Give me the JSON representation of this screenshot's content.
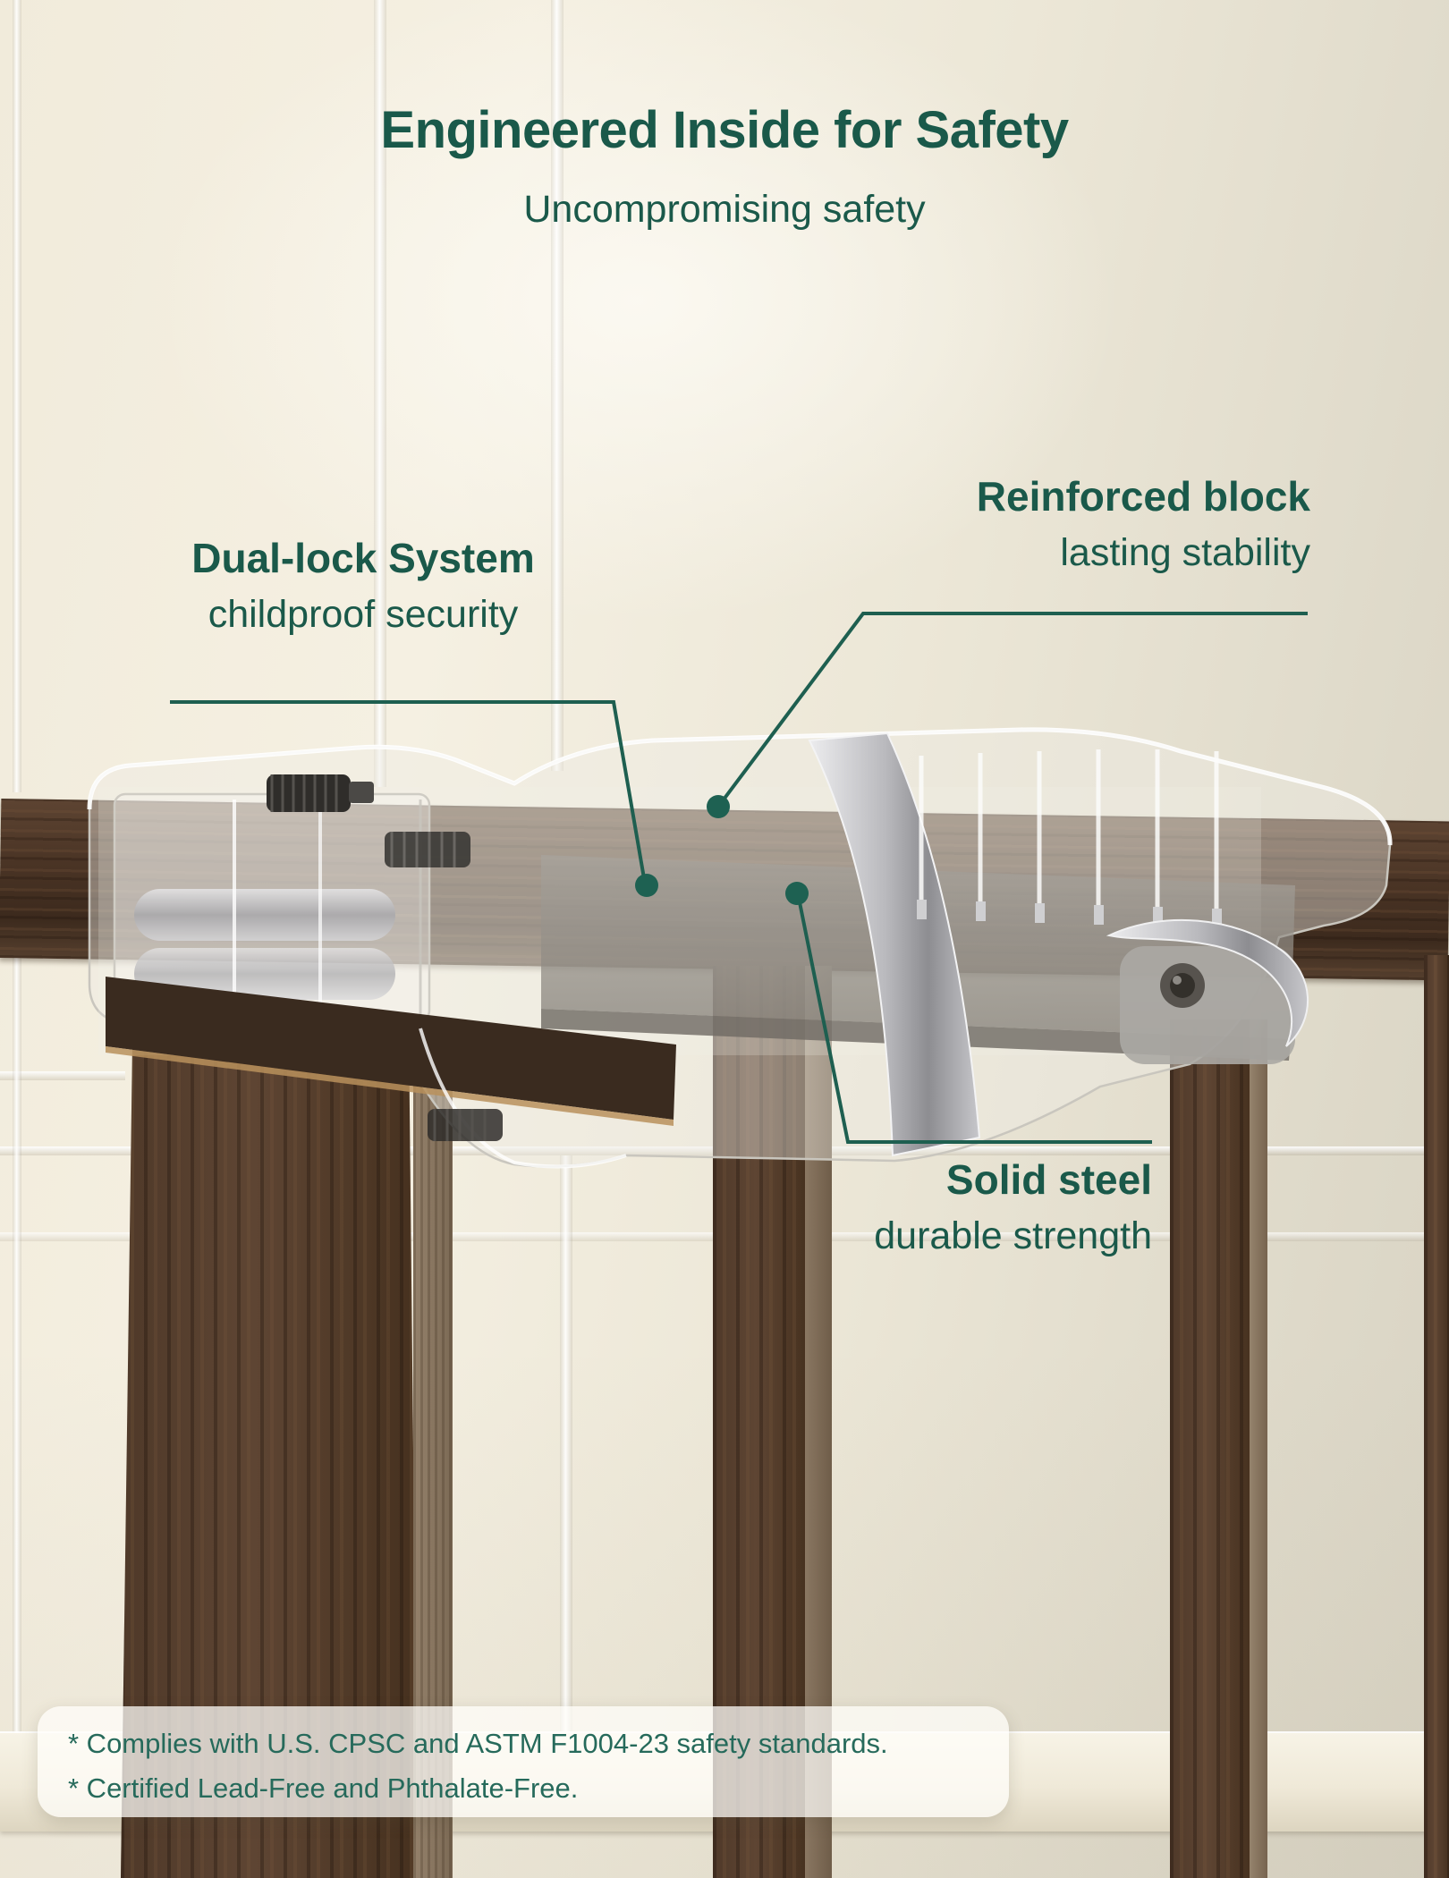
{
  "header": {
    "title": "Engineered Inside for Safety",
    "subtitle": "Uncompromising safety"
  },
  "callouts": [
    {
      "title": "Dual-lock System",
      "subtitle": "childproof security"
    },
    {
      "title": "Reinforced block",
      "subtitle": "lasting stability"
    },
    {
      "title": "Solid steel",
      "subtitle": "durable strength"
    }
  ],
  "footnotes": [
    "* Complies with U.S. CPSC and ASTM F1004-23 safety standards.",
    "* Certified Lead-Free and Phthalate-Free."
  ],
  "colors": {
    "accent_text": "#1a594a",
    "leader_line": "#1e5f50",
    "wall_cream": "#f2ecdc",
    "wood_dark": "#4a3425",
    "footer_bg": "rgba(255,254,250,0.74)"
  }
}
